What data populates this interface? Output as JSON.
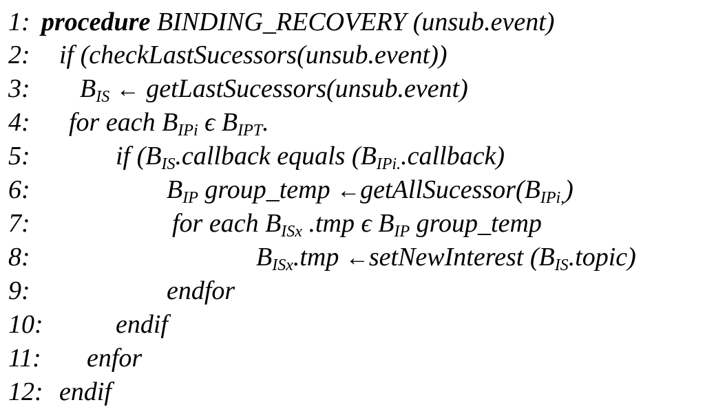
{
  "lines": [
    {
      "num": "1:",
      "parts": [
        {
          "t": "procedure",
          "kw": true
        },
        {
          "t": " BINDING_RECOVERY (unsub.event)"
        }
      ]
    },
    {
      "num": "2:",
      "parts": [
        {
          "t": "if (checkLastSucessors(unsub.event))"
        }
      ]
    },
    {
      "num": "3:",
      "parts": [
        {
          "t": "B"
        },
        {
          "t": "IS",
          "sub": true
        },
        {
          "t": " "
        },
        {
          "t": "←",
          "arrow": true
        },
        {
          "t": " getLastSucessors(unsub.event)"
        }
      ]
    },
    {
      "num": "4:",
      "parts": [
        {
          "t": "for each B"
        },
        {
          "t": "IPi",
          "sub": true
        },
        {
          "t": " ϵ B"
        },
        {
          "t": "IPT",
          "sub": true
        },
        {
          "t": "."
        }
      ]
    },
    {
      "num": "5:",
      "parts": [
        {
          "t": "if (B"
        },
        {
          "t": "IS",
          "sub": true
        },
        {
          "t": ".callback equals (B"
        },
        {
          "t": "IPi.",
          "sub": true
        },
        {
          "t": ".callback)"
        }
      ]
    },
    {
      "num": "6:",
      "parts": [
        {
          "t": "B"
        },
        {
          "t": "IP",
          "sub": true
        },
        {
          "t": " group_temp "
        },
        {
          "t": "←",
          "arrow": true
        },
        {
          "t": "getAllSucessor(B"
        },
        {
          "t": "IPi,",
          "sub": true
        },
        {
          "t": ")"
        }
      ]
    },
    {
      "num": "7:",
      "parts": [
        {
          "t": "for each B"
        },
        {
          "t": "ISx",
          "sub": true
        },
        {
          "t": " .tmp ϵ B"
        },
        {
          "t": "IP",
          "sub": true
        },
        {
          "t": " group_temp"
        }
      ]
    },
    {
      "num": "8:",
      "parts": [
        {
          "t": "B"
        },
        {
          "t": "ISx",
          "sub": true
        },
        {
          "t": ".tmp "
        },
        {
          "t": "←",
          "arrow": true
        },
        {
          "t": "setNewInterest (B"
        },
        {
          "t": "IS",
          "sub": true
        },
        {
          "t": ".topic)"
        }
      ]
    },
    {
      "num": "9:",
      "parts": [
        {
          "t": "endfor"
        }
      ]
    },
    {
      "num": "10:",
      "parts": [
        {
          "t": "endif"
        }
      ]
    },
    {
      "num": "11:",
      "parts": [
        {
          "t": "enfor"
        }
      ]
    },
    {
      "num": "12:",
      "parts": [
        {
          "t": "endif"
        }
      ]
    }
  ]
}
